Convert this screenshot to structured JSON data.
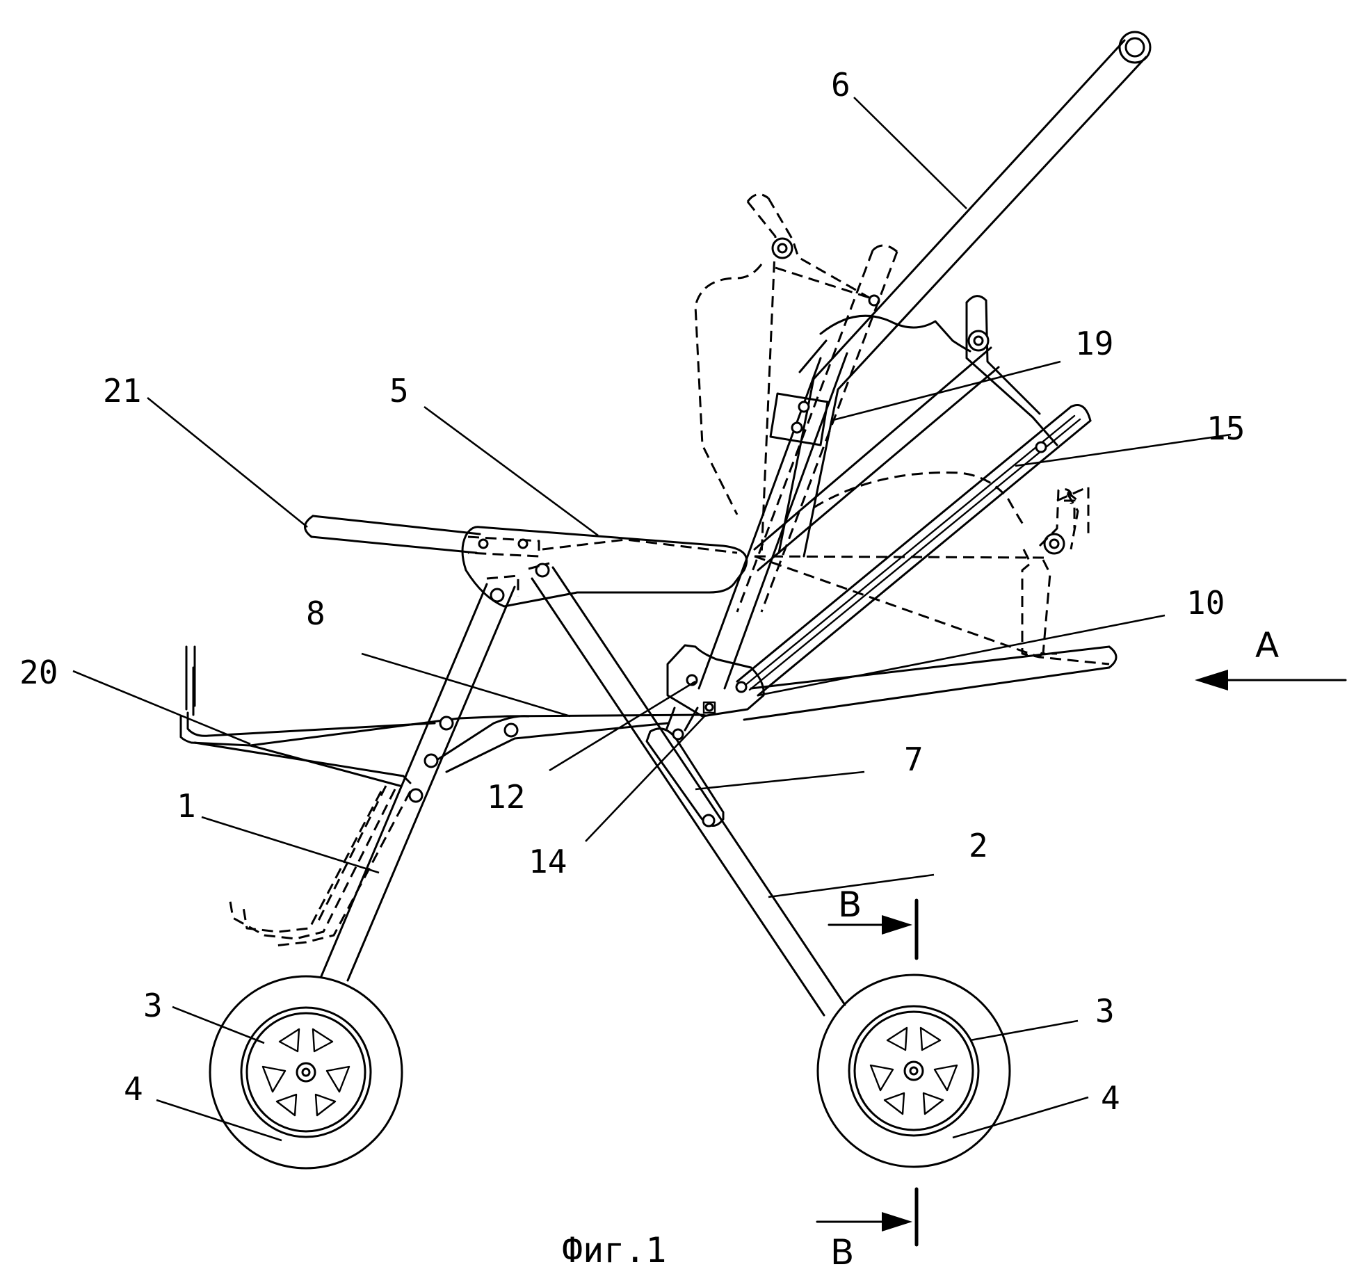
{
  "figure": {
    "caption": "Фиг.1",
    "view_arrow_label": "A",
    "section_label_top": "B",
    "section_label_bottom": "B"
  },
  "labels": [
    {
      "key": "n6",
      "text": "6"
    },
    {
      "key": "n19",
      "text": "19"
    },
    {
      "key": "n21",
      "text": "21"
    },
    {
      "key": "n5",
      "text": "5"
    },
    {
      "key": "n15",
      "text": "15"
    },
    {
      "key": "n10",
      "text": "10"
    },
    {
      "key": "n8",
      "text": "8"
    },
    {
      "key": "n20",
      "text": "20"
    },
    {
      "key": "n12",
      "text": "12"
    },
    {
      "key": "n7",
      "text": "7"
    },
    {
      "key": "n1",
      "text": "1"
    },
    {
      "key": "n14",
      "text": "14"
    },
    {
      "key": "n2",
      "text": "2"
    },
    {
      "key": "n3_left",
      "text": "3"
    },
    {
      "key": "n3_right",
      "text": "3"
    },
    {
      "key": "n4_left",
      "text": "4"
    },
    {
      "key": "n4_right",
      "text": "4"
    }
  ],
  "colors": {
    "ink": "#000000",
    "paper": "#ffffff"
  }
}
